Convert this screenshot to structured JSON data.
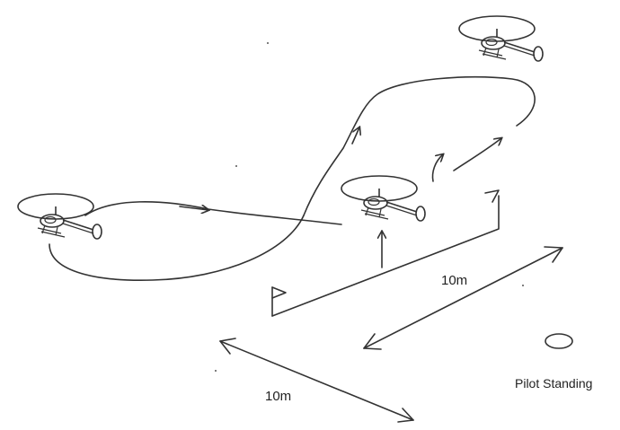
{
  "labels": {
    "distance_diagonal": "10m",
    "distance_lower": "10m",
    "pilot": "Pilot Standing"
  }
}
